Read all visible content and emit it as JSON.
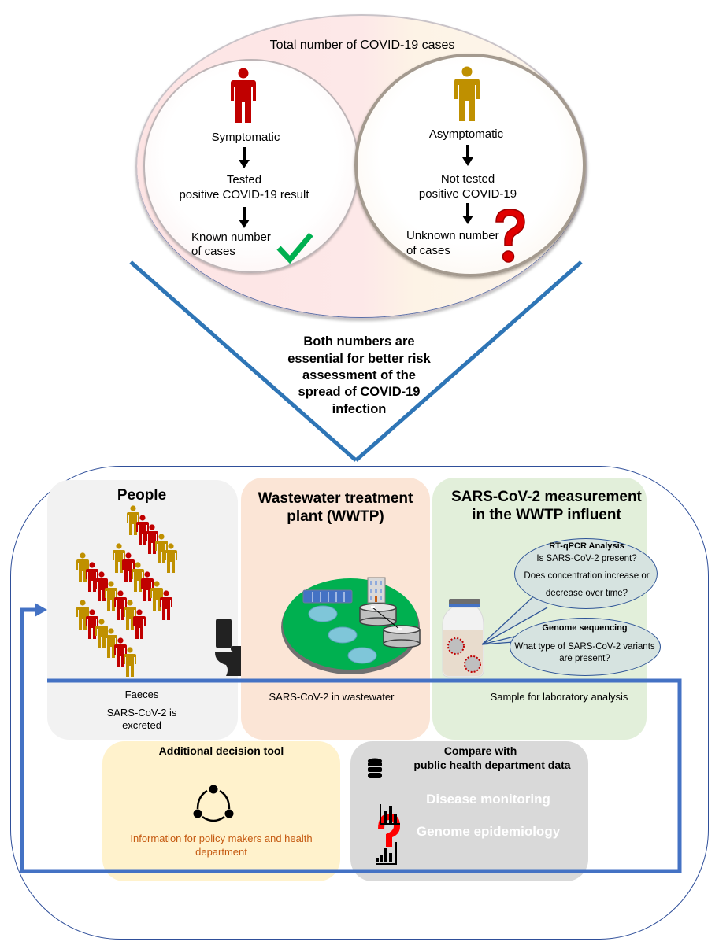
{
  "top_section": {
    "title": "Total number of COVID-19 cases",
    "symptomatic": {
      "label": "Symptomatic",
      "step2_line1": "Tested",
      "step2_line2": "positive COVID-19 result",
      "step3_line1": "Known number",
      "step3_line2": "of cases",
      "person_color": "#c00000",
      "status_icon": "checkmark-icon",
      "status_color": "#00b050"
    },
    "asymptomatic": {
      "label": "Asymptomatic",
      "step2_line1": "Not tested",
      "step2_line2": "positive COVID-19",
      "step3_line1": "Unknown number",
      "step3_line2": "of cases",
      "person_color": "#bf9000",
      "status_icon": "question-mark-icon",
      "status_color": "#e00000"
    },
    "conclusion": [
      "Both numbers are",
      "essential for better risk",
      "assessment of the",
      "spread of COVID-19",
      "infection"
    ]
  },
  "colors": {
    "flow_arrow": "#4472c4",
    "frame": "#2f4f9a",
    "people_red": "#c00000",
    "people_gold": "#bf9000",
    "orange_text": "#c55a11"
  },
  "panels": {
    "people": {
      "title": "People",
      "caption1": "Faeces",
      "caption2_line1": "SARS-CoV-2 is",
      "caption2_line2": "excreted"
    },
    "wwtp": {
      "title_line1": "Wastewater treatment",
      "title_line2": "plant (WWTP)",
      "caption": "SARS-CoV-2 in wastewater"
    },
    "sars": {
      "title_line1": "SARS-CoV-2 measurement",
      "title_line2": "in the WWTP influent",
      "bubble1": {
        "heading": "RT-qPCR Analysis",
        "line1": "Is SARS-CoV-2 present?",
        "line2": "Does concentration increase or",
        "line3": "decrease over time?"
      },
      "bubble2": {
        "heading": "Genome sequencing",
        "line1": "What type of SARS-CoV-2 variants",
        "line2": "are present?"
      },
      "caption": "Sample for laboratory analysis"
    },
    "tool": {
      "title": "Additional decision tool",
      "caption_line1": "Information for policy makers and health",
      "caption_line2": "department"
    },
    "compare": {
      "title_line1": "Compare with",
      "title_line2": "public health department data",
      "item1": "Disease monitoring",
      "item2": "Genome epidemiology"
    }
  }
}
